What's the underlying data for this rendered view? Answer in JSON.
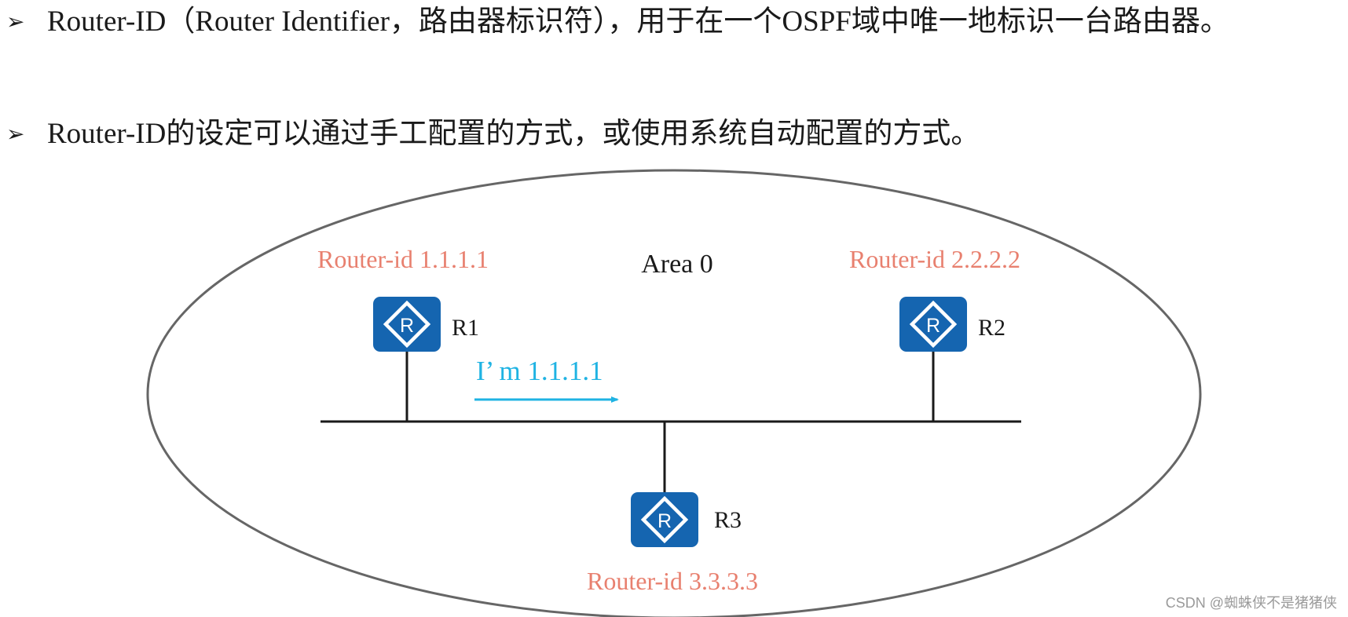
{
  "bullets": [
    {
      "marker": "➢",
      "text": "Router-ID（Router Identifier，路由器标识符），用于在一个OSPF域中唯一地标识一台路由器。"
    },
    {
      "marker": "➢",
      "text": "Router-ID的设定可以通过手工配置的方式，或使用系统自动配置的方式。"
    }
  ],
  "diagram": {
    "area_label": "Area 0",
    "routers": [
      {
        "name": "R1",
        "router_id_label": "Router-id 1.1.1.1"
      },
      {
        "name": "R2",
        "router_id_label": "Router-id 2.2.2.2"
      },
      {
        "name": "R3",
        "router_id_label": "Router-id 3.3.3.3"
      }
    ],
    "message_label": "I’ m 1.1.1.1",
    "router_icon": "router-icon",
    "router_icon_letter": "R",
    "colors": {
      "router_id_label": "#e8806f",
      "message": "#1fb3e3",
      "router_fill": "#1565b0",
      "line": "#1a1a1a",
      "ellipse": "#666666"
    }
  },
  "watermark": "CSDN @蜘蛛侠不是猪猪侠"
}
